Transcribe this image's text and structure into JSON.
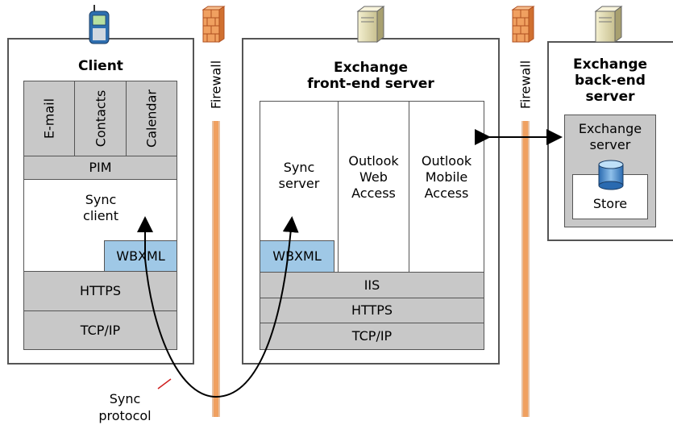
{
  "client": {
    "title": "Client",
    "apps": [
      "E-mail",
      "Contacts",
      "Calendar"
    ],
    "pim": "PIM",
    "sync_client": "Sync\nclient",
    "wbxml": "WBXML",
    "https": "HTTPS",
    "tcpip": "TCP/IP"
  },
  "firewall_label": "Firewall",
  "frontend": {
    "title": "Exchange\nfront-end server",
    "sync_server": "Sync\nserver",
    "owa": "Outlook\nWeb\nAccess",
    "oma": "Outlook\nMobile\nAccess",
    "wbxml": "WBXML",
    "iis": "IIS",
    "https": "HTTPS",
    "tcpip": "TCP/IP"
  },
  "backend": {
    "title": "Exchange\nback-end\nserver",
    "exchange_server": "Exchange\nserver",
    "store": "Store"
  },
  "sync_protocol": "Sync\nprotocol",
  "colors": {
    "firewall": "#f0a060",
    "firewall_brick": "#e07830",
    "gray": "#c8c8c8",
    "blue": "#9fc8e6",
    "store_blue": "#3a7fc0"
  }
}
